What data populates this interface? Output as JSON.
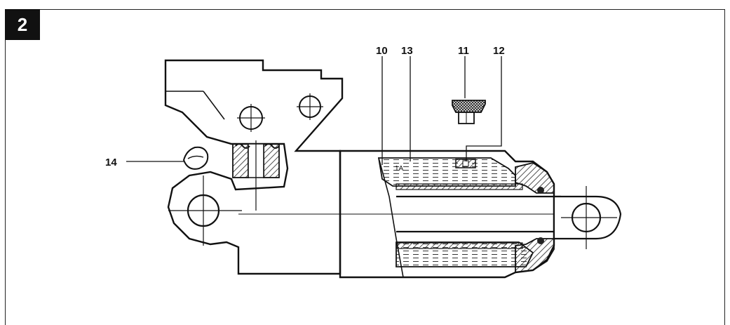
{
  "figure": {
    "number": "2",
    "callouts": {
      "c10": "10",
      "c13": "13",
      "c11": "11",
      "c12": "12",
      "c14": "14",
      "fill_mark": "1A"
    }
  }
}
